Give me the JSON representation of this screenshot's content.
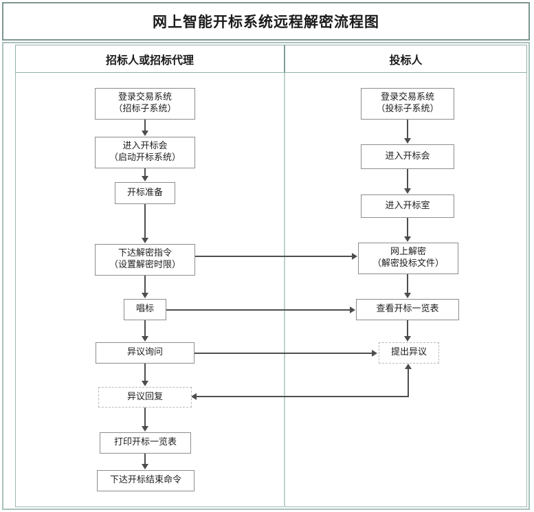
{
  "diagram": {
    "title": "网上智能开标系统远程解密流程图",
    "columns": [
      {
        "id": "tenderer",
        "label": "招标人或招标代理"
      },
      {
        "id": "bidder",
        "label": "投标人"
      }
    ],
    "left_nodes": [
      {
        "id": "l1",
        "line1": "登录交易系统",
        "line2": "（招标子系统）",
        "style": "solid"
      },
      {
        "id": "l2",
        "line1": "进入开标会",
        "line2": "（启动开标系统）",
        "style": "solid"
      },
      {
        "id": "l3",
        "line1": "开标准备",
        "line2": "",
        "style": "solid"
      },
      {
        "id": "l4",
        "line1": "下达解密指令",
        "line2": "（设置解密时限）",
        "style": "solid"
      },
      {
        "id": "l5",
        "line1": "唱标",
        "line2": "",
        "style": "solid"
      },
      {
        "id": "l6",
        "line1": "异议询问",
        "line2": "",
        "style": "solid"
      },
      {
        "id": "l7",
        "line1": "异议回复",
        "line2": "",
        "style": "dashed"
      },
      {
        "id": "l8",
        "line1": "打印开标一览表",
        "line2": "",
        "style": "solid"
      },
      {
        "id": "l9",
        "line1": "下达开标结束命令",
        "line2": "",
        "style": "solid"
      }
    ],
    "right_nodes": [
      {
        "id": "r1",
        "line1": "登录交易系统",
        "line2": "（投标子系统）",
        "style": "solid"
      },
      {
        "id": "r2",
        "line1": "进入开标会",
        "line2": "",
        "style": "solid"
      },
      {
        "id": "r3",
        "line1": "进入开标室",
        "line2": "",
        "style": "solid"
      },
      {
        "id": "r4",
        "line1": "网上解密",
        "line2": "（解密投标文件）",
        "style": "solid"
      },
      {
        "id": "r5",
        "line1": "查看开标一览表",
        "line2": "",
        "style": "solid"
      },
      {
        "id": "r6",
        "line1": "提出异议",
        "line2": "",
        "style": "dashed"
      }
    ],
    "edges": [
      {
        "from": "l1",
        "to": "l2",
        "kind": "vertical-down"
      },
      {
        "from": "l2",
        "to": "l3",
        "kind": "vertical-down"
      },
      {
        "from": "l3",
        "to": "l4",
        "kind": "vertical-down"
      },
      {
        "from": "l4",
        "to": "l5",
        "kind": "vertical-down"
      },
      {
        "from": "l5",
        "to": "l6",
        "kind": "vertical-down"
      },
      {
        "from": "l6",
        "to": "l7",
        "kind": "vertical-down"
      },
      {
        "from": "l7",
        "to": "l8",
        "kind": "vertical-down"
      },
      {
        "from": "l8",
        "to": "l9",
        "kind": "vertical-down"
      },
      {
        "from": "r1",
        "to": "r2",
        "kind": "vertical-down"
      },
      {
        "from": "r2",
        "to": "r3",
        "kind": "vertical-down"
      },
      {
        "from": "r3",
        "to": "r4",
        "kind": "vertical-down"
      },
      {
        "from": "r4",
        "to": "r5",
        "kind": "vertical-down"
      },
      {
        "from": "r5",
        "to": "r6",
        "kind": "vertical-down"
      },
      {
        "from": "l4",
        "to": "r4",
        "kind": "horizontal-right"
      },
      {
        "from": "l5",
        "to": "r5",
        "kind": "horizontal-right"
      },
      {
        "from": "l6",
        "to": "r6",
        "kind": "horizontal-right"
      },
      {
        "from": "r6",
        "to": "l7",
        "kind": "feedback-left"
      }
    ],
    "colors": {
      "frame_border": "#7d9490",
      "table_border": "#9ab6b1",
      "divider": "#bcd2ce",
      "node_border": "#8c8c8c",
      "node_dashed_border": "#b9b9b9",
      "connector": "#4d4d4d",
      "text": "#1a1a1a",
      "background": "#ffffff"
    }
  }
}
